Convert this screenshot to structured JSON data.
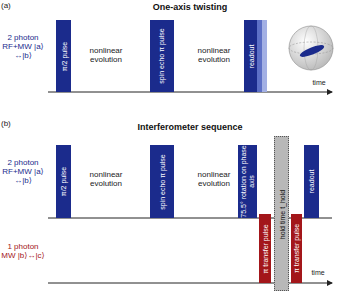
{
  "diagram": {
    "nodes": [
      {
        "text": [
          "π/2 pulse"
        ]
      },
      {
        "text": [
          "spin echo π pulse"
        ]
      },
      {
        "text": [
          "readout"
        ]
      },
      {
        "text": [
          "π/2 pulse"
        ]
      },
      {
        "text": [
          "spin echo π pulse"
        ]
      },
      {
        "text": [
          "75.5° rotation on phase axis"
        ]
      },
      {
        "text": [
          "π transfer pulse"
        ]
      },
      {
        "text": [
          "hold time t_hold"
        ]
      },
      {
        "text": [
          "π transfer pulse"
        ]
      },
      {
        "text": [
          "readout"
        ]
      }
    ],
    "labels": [
      "(a)",
      "One-axis twisting",
      "2 photon RF+MW |a⟩↔|b⟩",
      "nonlinear evolution",
      "nonlinear evolution",
      "time",
      "(b)",
      "Interferometer sequence",
      "2 photon RF+MW |a⟩↔|b⟩",
      "nonlinear evolution",
      "nonlinear evolution",
      "1 photon MW |b⟩↔|c⟩",
      "time"
    ]
  }
}
